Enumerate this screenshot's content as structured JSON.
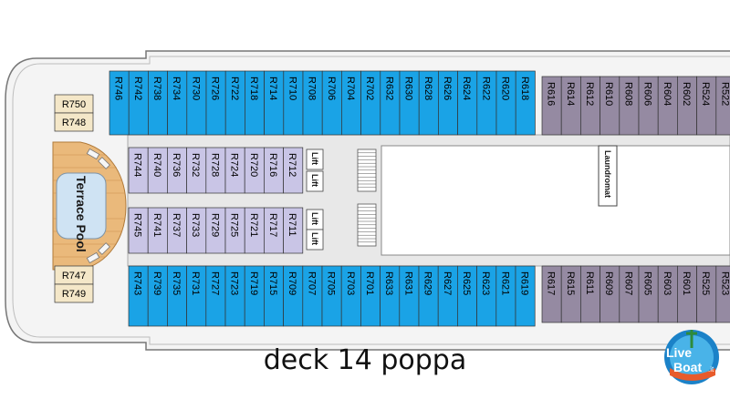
{
  "title": "deck 14 poppa",
  "colors": {
    "blue_cabin": "#1aa3e6",
    "purple_cabin": "#958aa2",
    "lavender_cabin": "#c9c5e6",
    "corridor": "#e8e8e8",
    "ship_outline": "#777777",
    "pool_water": "#cfe3f3",
    "deck_wood": "#eab97b"
  },
  "top_blue_row": [
    "R746",
    "R742",
    "R738",
    "R734",
    "R730",
    "R726",
    "R722",
    "R718",
    "R714",
    "R710",
    "R708",
    "R706",
    "R704",
    "R702",
    "R632",
    "R630",
    "R628",
    "R626",
    "R624",
    "R622",
    "R620",
    "R618"
  ],
  "top_purple_row": [
    "R616",
    "R614",
    "R612",
    "R610",
    "R608",
    "R606",
    "R604",
    "R602",
    "R524",
    "R522"
  ],
  "bottom_blue_row": [
    "R743",
    "R739",
    "R735",
    "R731",
    "R727",
    "R723",
    "R719",
    "R715",
    "R709",
    "R707",
    "R705",
    "R703",
    "R701",
    "R633",
    "R631",
    "R629",
    "R627",
    "R625",
    "R623",
    "R621",
    "R619"
  ],
  "bottom_purple_row": [
    "R617",
    "R615",
    "R611",
    "R609",
    "R607",
    "R605",
    "R603",
    "R601",
    "R525",
    "R523"
  ],
  "inner_top_row": [
    "R744",
    "R740",
    "R736",
    "R732",
    "R728",
    "R724",
    "R720",
    "R716",
    "R712"
  ],
  "inner_bottom_row": [
    "R745",
    "R741",
    "R737",
    "R733",
    "R729",
    "R725",
    "R721",
    "R717",
    "R711"
  ],
  "aft_top": [
    "R750",
    "R748"
  ],
  "aft_bottom": [
    "R747",
    "R749"
  ],
  "pool_label": "Terrace Pool",
  "lift_label": "Lift",
  "laundromat_label": "Laundromat",
  "logo_line1": "Live",
  "logo_line2": "Boat",
  "logo_suffix": ".it"
}
